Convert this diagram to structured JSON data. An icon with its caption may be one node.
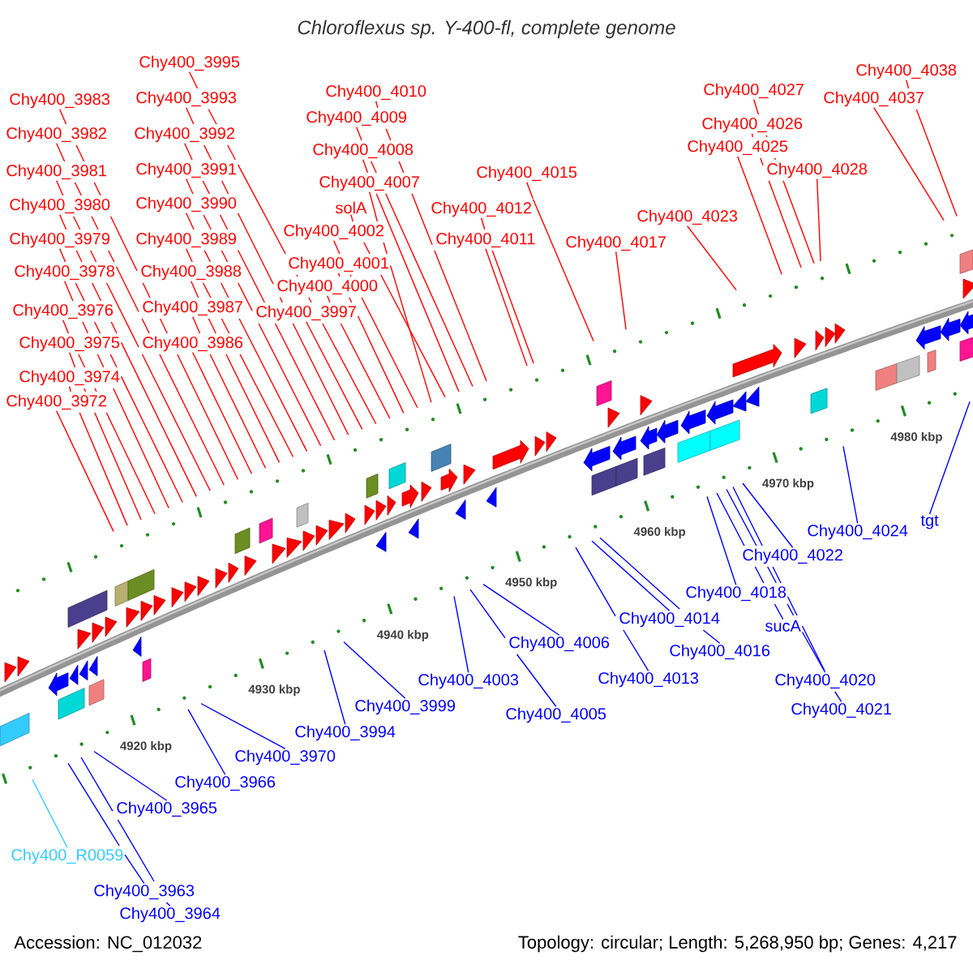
{
  "diagram": {
    "title": "Chloroflexus sp. Y-400-fl, complete genome",
    "nodes": [
      {
        "text": [
          "Chy400_3995"
        ]
      },
      {
        "text": [
          "Chy400_3983"
        ]
      },
      {
        "text": [
          "Chy400_3993"
        ]
      },
      {
        "text": [
          "Chy400_4010"
        ]
      },
      {
        "text": [
          "Chy400_4009"
        ]
      },
      {
        "text": [
          "Chy400_4008"
        ]
      },
      {
        "text": [
          "Chy400_4007"
        ]
      },
      {
        "text": [
          "solA"
        ]
      },
      {
        "text": [
          "Chy400_4002"
        ]
      },
      {
        "text": [
          "Chy400_4001"
        ]
      },
      {
        "text": [
          "Chy400_4000"
        ]
      },
      {
        "text": [
          "Chy400_3997"
        ]
      },
      {
        "text": [
          "Chy400_3982"
        ]
      },
      {
        "text": [
          "Chy400_3992"
        ]
      },
      {
        "text": [
          "Chy400_3981"
        ]
      },
      {
        "text": [
          "Chy400_3991"
        ]
      },
      {
        "text": [
          "Chy400_3980"
        ]
      },
      {
        "text": [
          "Chy400_3990"
        ]
      },
      {
        "text": [
          "Chy400_3979"
        ]
      },
      {
        "text": [
          "Chy400_3989"
        ]
      },
      {
        "text": [
          "Chy400_3978"
        ]
      },
      {
        "text": [
          "Chy400_3988"
        ]
      },
      {
        "text": [
          "Chy400_3976"
        ]
      },
      {
        "text": [
          "Chy400_3987"
        ]
      },
      {
        "text": [
          "Chy400_3975"
        ]
      },
      {
        "text": [
          "Chy400_3986"
        ]
      },
      {
        "text": [
          "Chy400_3974"
        ]
      },
      {
        "text": [
          "Chy400_3972"
        ]
      },
      {
        "text": [
          "Chy400_4015"
        ]
      },
      {
        "text": [
          "Chy400_4012"
        ]
      },
      {
        "text": [
          "Chy400_4011"
        ]
      },
      {
        "text": [
          "Chy400_4017"
        ]
      },
      {
        "text": [
          "Chy400_4023"
        ]
      },
      {
        "text": [
          "Chy400_4027"
        ]
      },
      {
        "text": [
          "Chy400_4026"
        ]
      },
      {
        "text": [
          "Chy400_4025"
        ]
      },
      {
        "text": [
          "Chy400_4028"
        ]
      },
      {
        "text": [
          "Chy400_4038"
        ]
      },
      {
        "text": [
          "Chy400_4037"
        ]
      },
      {
        "text": [
          "Chy400_3963"
        ]
      },
      {
        "text": [
          "Chy400_3964"
        ]
      },
      {
        "text": [
          "Chy400_R0059"
        ]
      },
      {
        "text": [
          "Chy400_3965"
        ]
      },
      {
        "text": [
          "Chy400_3966"
        ]
      },
      {
        "text": [
          "Chy400_3970"
        ]
      },
      {
        "text": [
          "Chy400_3994"
        ]
      },
      {
        "text": [
          "Chy400_3999"
        ]
      },
      {
        "text": [
          "Chy400_4003"
        ]
      },
      {
        "text": [
          "Chy400_4005"
        ]
      },
      {
        "text": [
          "Chy400_4006"
        ]
      },
      {
        "text": [
          "Chy400_4013"
        ]
      },
      {
        "text": [
          "Chy400_4014"
        ]
      },
      {
        "text": [
          "Chy400_4016"
        ]
      },
      {
        "text": [
          "Chy400_4018"
        ]
      },
      {
        "text": [
          "sucA"
        ]
      },
      {
        "text": [
          "Chy400_4020"
        ]
      },
      {
        "text": [
          "Chy400_4021"
        ]
      },
      {
        "text": [
          "Chy400_4022"
        ]
      },
      {
        "text": [
          "Chy400_4024"
        ]
      },
      {
        "text": [
          "tgt"
        ]
      }
    ],
    "edges": [
      {
        "from": 0,
        "to": null,
        "arrow": "none"
      },
      {
        "from": 1,
        "to": null,
        "arrow": "none"
      },
      {
        "from": 2,
        "to": null,
        "arrow": "none"
      },
      {
        "from": 3,
        "to": null,
        "arrow": "none"
      },
      {
        "from": 4,
        "to": null,
        "arrow": "none"
      },
      {
        "from": 5,
        "to": null,
        "arrow": "none"
      },
      {
        "from": 6,
        "to": null,
        "arrow": "none"
      },
      {
        "from": 7,
        "to": null,
        "arrow": "none"
      },
      {
        "from": 8,
        "to": null,
        "arrow": "none"
      },
      {
        "from": 9,
        "to": null,
        "arrow": "none"
      },
      {
        "from": 10,
        "to": null,
        "arrow": "none"
      },
      {
        "from": 11,
        "to": null,
        "arrow": "none"
      },
      {
        "from": 12,
        "to": null,
        "arrow": "none"
      },
      {
        "from": 13,
        "to": null,
        "arrow": "none"
      },
      {
        "from": 14,
        "to": null,
        "arrow": "none"
      },
      {
        "from": 15,
        "to": null,
        "arrow": "none"
      },
      {
        "from": 16,
        "to": null,
        "arrow": "none"
      },
      {
        "from": 17,
        "to": null,
        "arrow": "none"
      },
      {
        "from": 18,
        "to": null,
        "arrow": "none"
      },
      {
        "from": 19,
        "to": null,
        "arrow": "none"
      },
      {
        "from": 20,
        "to": null,
        "arrow": "none"
      },
      {
        "from": 21,
        "to": null,
        "arrow": "none"
      },
      {
        "from": 22,
        "to": null,
        "arrow": "none"
      },
      {
        "from": 23,
        "to": null,
        "arrow": "none"
      },
      {
        "from": 24,
        "to": null,
        "arrow": "none"
      },
      {
        "from": 25,
        "to": null,
        "arrow": "none"
      },
      {
        "from": 26,
        "to": null,
        "arrow": "none"
      },
      {
        "from": 27,
        "to": null,
        "arrow": "none"
      },
      {
        "from": 28,
        "to": null,
        "arrow": "none"
      },
      {
        "from": 29,
        "to": null,
        "arrow": "none"
      },
      {
        "from": 30,
        "to": null,
        "arrow": "none"
      },
      {
        "from": 31,
        "to": null,
        "arrow": "none"
      },
      {
        "from": 32,
        "to": null,
        "arrow": "none"
      },
      {
        "from": 33,
        "to": null,
        "arrow": "none"
      },
      {
        "from": 34,
        "to": null,
        "arrow": "none"
      },
      {
        "from": 35,
        "to": null,
        "arrow": "none"
      },
      {
        "from": 36,
        "to": null,
        "arrow": "none"
      },
      {
        "from": 37,
        "to": null,
        "arrow": "none"
      },
      {
        "from": 38,
        "to": null,
        "arrow": "none"
      },
      {
        "from": 39,
        "to": null,
        "arrow": "none",
        "color": "#0000ff"
      },
      {
        "from": 40,
        "to": null,
        "arrow": "none",
        "color": "#0000ff"
      },
      {
        "from": 41,
        "to": null,
        "arrow": "none",
        "color": "#33ccff"
      },
      {
        "from": 42,
        "to": null,
        "arrow": "none",
        "color": "#0000ff"
      },
      {
        "from": 43,
        "to": null,
        "arrow": "none",
        "color": "#0000ff"
      },
      {
        "from": 44,
        "to": null,
        "arrow": "none",
        "color": "#0000ff"
      },
      {
        "from": 45,
        "to": null,
        "arrow": "none",
        "color": "#0000ff"
      },
      {
        "from": 46,
        "to": null,
        "arrow": "none",
        "color": "#0000ff"
      },
      {
        "from": 47,
        "to": null,
        "arrow": "none",
        "color": "#0000ff"
      },
      {
        "from": 48,
        "to": null,
        "arrow": "none",
        "color": "#0000ff"
      },
      {
        "from": 49,
        "to": null,
        "arrow": "none",
        "color": "#0000ff"
      },
      {
        "from": 50,
        "to": null,
        "arrow": "none",
        "color": "#0000ff"
      },
      {
        "from": 51,
        "to": null,
        "arrow": "none",
        "color": "#0000ff"
      },
      {
        "from": 52,
        "to": null,
        "arrow": "none",
        "color": "#0000ff"
      },
      {
        "from": 53,
        "to": null,
        "arrow": "none",
        "color": "#0000ff"
      },
      {
        "from": 54,
        "to": null,
        "arrow": "none",
        "color": "#0000ff"
      },
      {
        "from": 55,
        "to": null,
        "arrow": "none",
        "color": "#0000ff"
      },
      {
        "from": 56,
        "to": null,
        "arrow": "none",
        "color": "#0000ff"
      },
      {
        "from": 57,
        "to": null,
        "arrow": "none",
        "color": "#0000ff"
      },
      {
        "from": 58,
        "to": null,
        "arrow": "none",
        "color": "#0000ff"
      },
      {
        "from": 59,
        "to": null,
        "arrow": "none",
        "color": "#0000ff"
      }
    ],
    "labels": [
      "4920 kbp",
      "4930 kbp",
      "4940 kbp",
      "4950 kbp",
      "4960 kbp",
      "4970 kbp",
      "4980 kbp",
      "Accession: NC_012032",
      "Topology: circular; Length: 5,268,950 bp; Genes: 4,217"
    ]
  }
}
